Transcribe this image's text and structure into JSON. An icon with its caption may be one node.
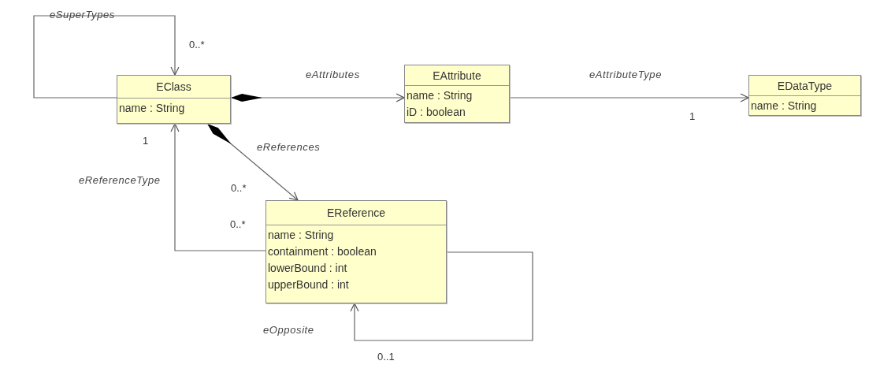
{
  "diagram": {
    "nodes": [
      {
        "text": [
          "EClass",
          "name : String"
        ]
      },
      {
        "text": [
          "EAttribute",
          "name : String",
          "iD : boolean"
        ]
      },
      {
        "text": [
          "EDataType",
          "name : String"
        ]
      },
      {
        "text": [
          "EReference",
          "name : String",
          "containment : boolean",
          "lowerBound : int",
          "upperBound : int"
        ]
      }
    ],
    "edges": [
      {
        "from": 0,
        "to": 0,
        "arrow": "to",
        "label": "eSuperTypes"
      },
      {
        "from": 0,
        "to": 1,
        "arrow": "to",
        "label": "eAttributes"
      },
      {
        "from": 0,
        "to": 3,
        "arrow": "to",
        "label": "eReferences"
      },
      {
        "from": 1,
        "to": 2,
        "arrow": "to",
        "label": "eAttributeType"
      },
      {
        "from": 3,
        "to": 0,
        "arrow": "to",
        "label": "eReferenceType"
      },
      {
        "from": 3,
        "to": 3,
        "arrow": "to",
        "label": "eOpposite"
      }
    ],
    "labels": [
      "0..*",
      "1",
      "1",
      "0..*",
      "0..*",
      "0..1"
    ]
  }
}
